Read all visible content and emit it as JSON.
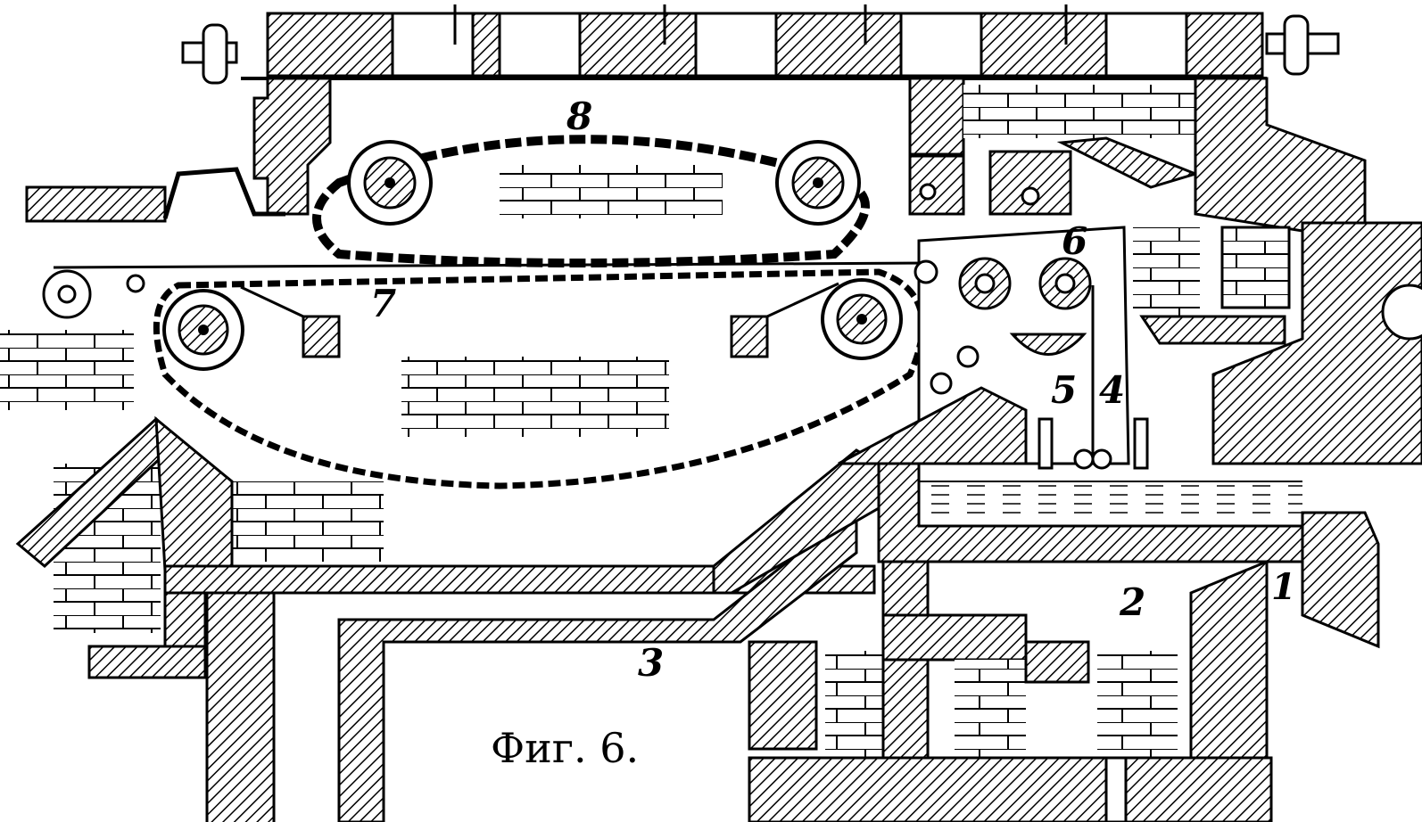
{
  "figure": {
    "caption": "Фиг. 6.",
    "callouts": [
      "1",
      "2",
      "3",
      "4",
      "5",
      "6",
      "7",
      "8"
    ],
    "colors": {
      "ink": "#000000",
      "paper": "#ffffff"
    }
  }
}
